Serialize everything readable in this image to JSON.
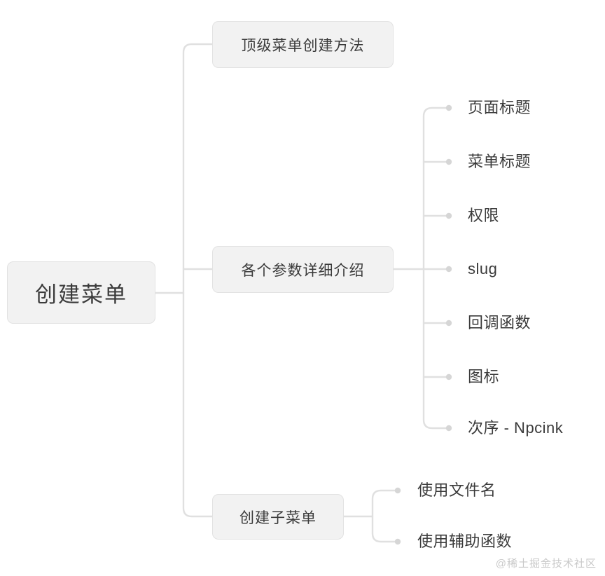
{
  "diagram": {
    "type": "mindmap",
    "root": {
      "label": "创建菜单"
    },
    "branches": [
      {
        "label": "顶级菜单创建方法",
        "children": []
      },
      {
        "label": "各个参数详细介绍",
        "children": [
          {
            "label": "页面标题"
          },
          {
            "label": "菜单标题"
          },
          {
            "label": "权限"
          },
          {
            "label": "slug"
          },
          {
            "label": "回调函数"
          },
          {
            "label": "图标"
          },
          {
            "label": "次序 - Npcink"
          }
        ]
      },
      {
        "label": "创建子菜单",
        "children": [
          {
            "label": "使用文件名"
          },
          {
            "label": "使用辅助函数"
          }
        ]
      }
    ]
  },
  "watermark": {
    "text": "@稀土掘金技术社区"
  },
  "colors": {
    "background": "#ffffff",
    "node_fill": "#f2f2f2",
    "node_border": "#e2e2e2",
    "connector": "#e0e0e0",
    "dot": "#d6d6d6",
    "text": "#3b3b3b",
    "watermark_text": "#c9c9c9"
  }
}
